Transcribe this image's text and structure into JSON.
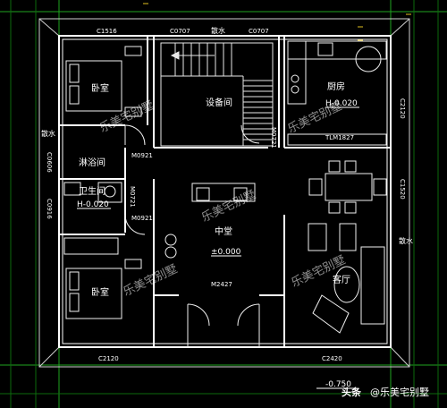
{
  "plan": {
    "rooms": {
      "bedroom_top": "卧室",
      "bedroom_bottom": "卧室",
      "equipment_room": "设备间",
      "kitchen": "厨房",
      "kitchen_elev": "H-0.020",
      "bathroom_label": "淋浴间",
      "toilet_label": "卫生间",
      "toilet_elev": "H-0.020",
      "central_hall": "中堂",
      "hall_elev": "±0.000",
      "living_room": "客厅"
    },
    "tags": {
      "window_c1516": "C1516",
      "window_c0707_a": "C0707",
      "window_c0707_b": "C0707",
      "water_top": "散水",
      "water_left": "散水",
      "water_right": "散水",
      "window_c2120_right": "C2120",
      "window_c1520": "C1520",
      "window_c0606": "C0606",
      "window_c0916": "C0916",
      "door_m0921_a": "M0921",
      "door_m0921_b": "M0921",
      "door_m0721_a": "M0721",
      "door_m0721_b": "M0721",
      "door_tlm1827": "TLM1827",
      "door_m2427": "M2427",
      "window_c2120_bottom": "C2120",
      "window_c2420": "C2420",
      "ground_elev": "-0.750"
    },
    "watermarks": [
      "乐美宅别墅",
      "乐美宅别墅",
      "乐美宅别墅",
      "乐美宅别墅",
      "乐美宅别墅"
    ],
    "credit": {
      "prefix": "头条",
      "handle": "@乐美宅别墅"
    },
    "colors": {
      "background": "#000000",
      "wall": "#ffffff",
      "grid": "#00c000",
      "dimension": "#3ad13a",
      "cyan_text": "#00e5ff",
      "furniture": "#f0f0f0",
      "watermark": "#ffffff"
    }
  }
}
